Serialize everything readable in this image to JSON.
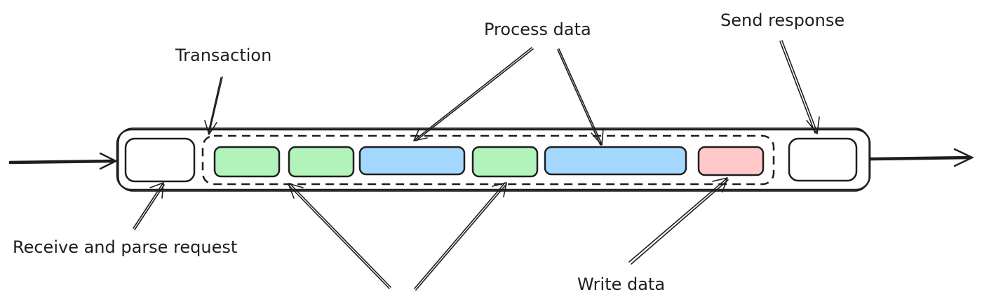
{
  "labels": {
    "transaction": "Transaction",
    "process_data": "Process data",
    "send_response": "Send response",
    "receive_parse": "Receive and parse request",
    "write_data": "Write data"
  },
  "blocks": [
    {
      "name": "receive-block",
      "kind": "receive",
      "color": "#ffffff"
    },
    {
      "name": "read-block-1",
      "kind": "read",
      "color": "#b2f2bb"
    },
    {
      "name": "read-block-2",
      "kind": "read",
      "color": "#b2f2bb"
    },
    {
      "name": "process-block-1",
      "kind": "process",
      "color": "#a5d8ff"
    },
    {
      "name": "read-block-3",
      "kind": "read",
      "color": "#b2f2bb"
    },
    {
      "name": "process-block-2",
      "kind": "process",
      "color": "#a5d8ff"
    },
    {
      "name": "write-block",
      "kind": "write",
      "color": "#ffc9c9"
    },
    {
      "name": "send-block",
      "kind": "send",
      "color": "#ffffff"
    }
  ],
  "colors": {
    "stroke": "#1e1e1e",
    "background": "#ffffff"
  }
}
